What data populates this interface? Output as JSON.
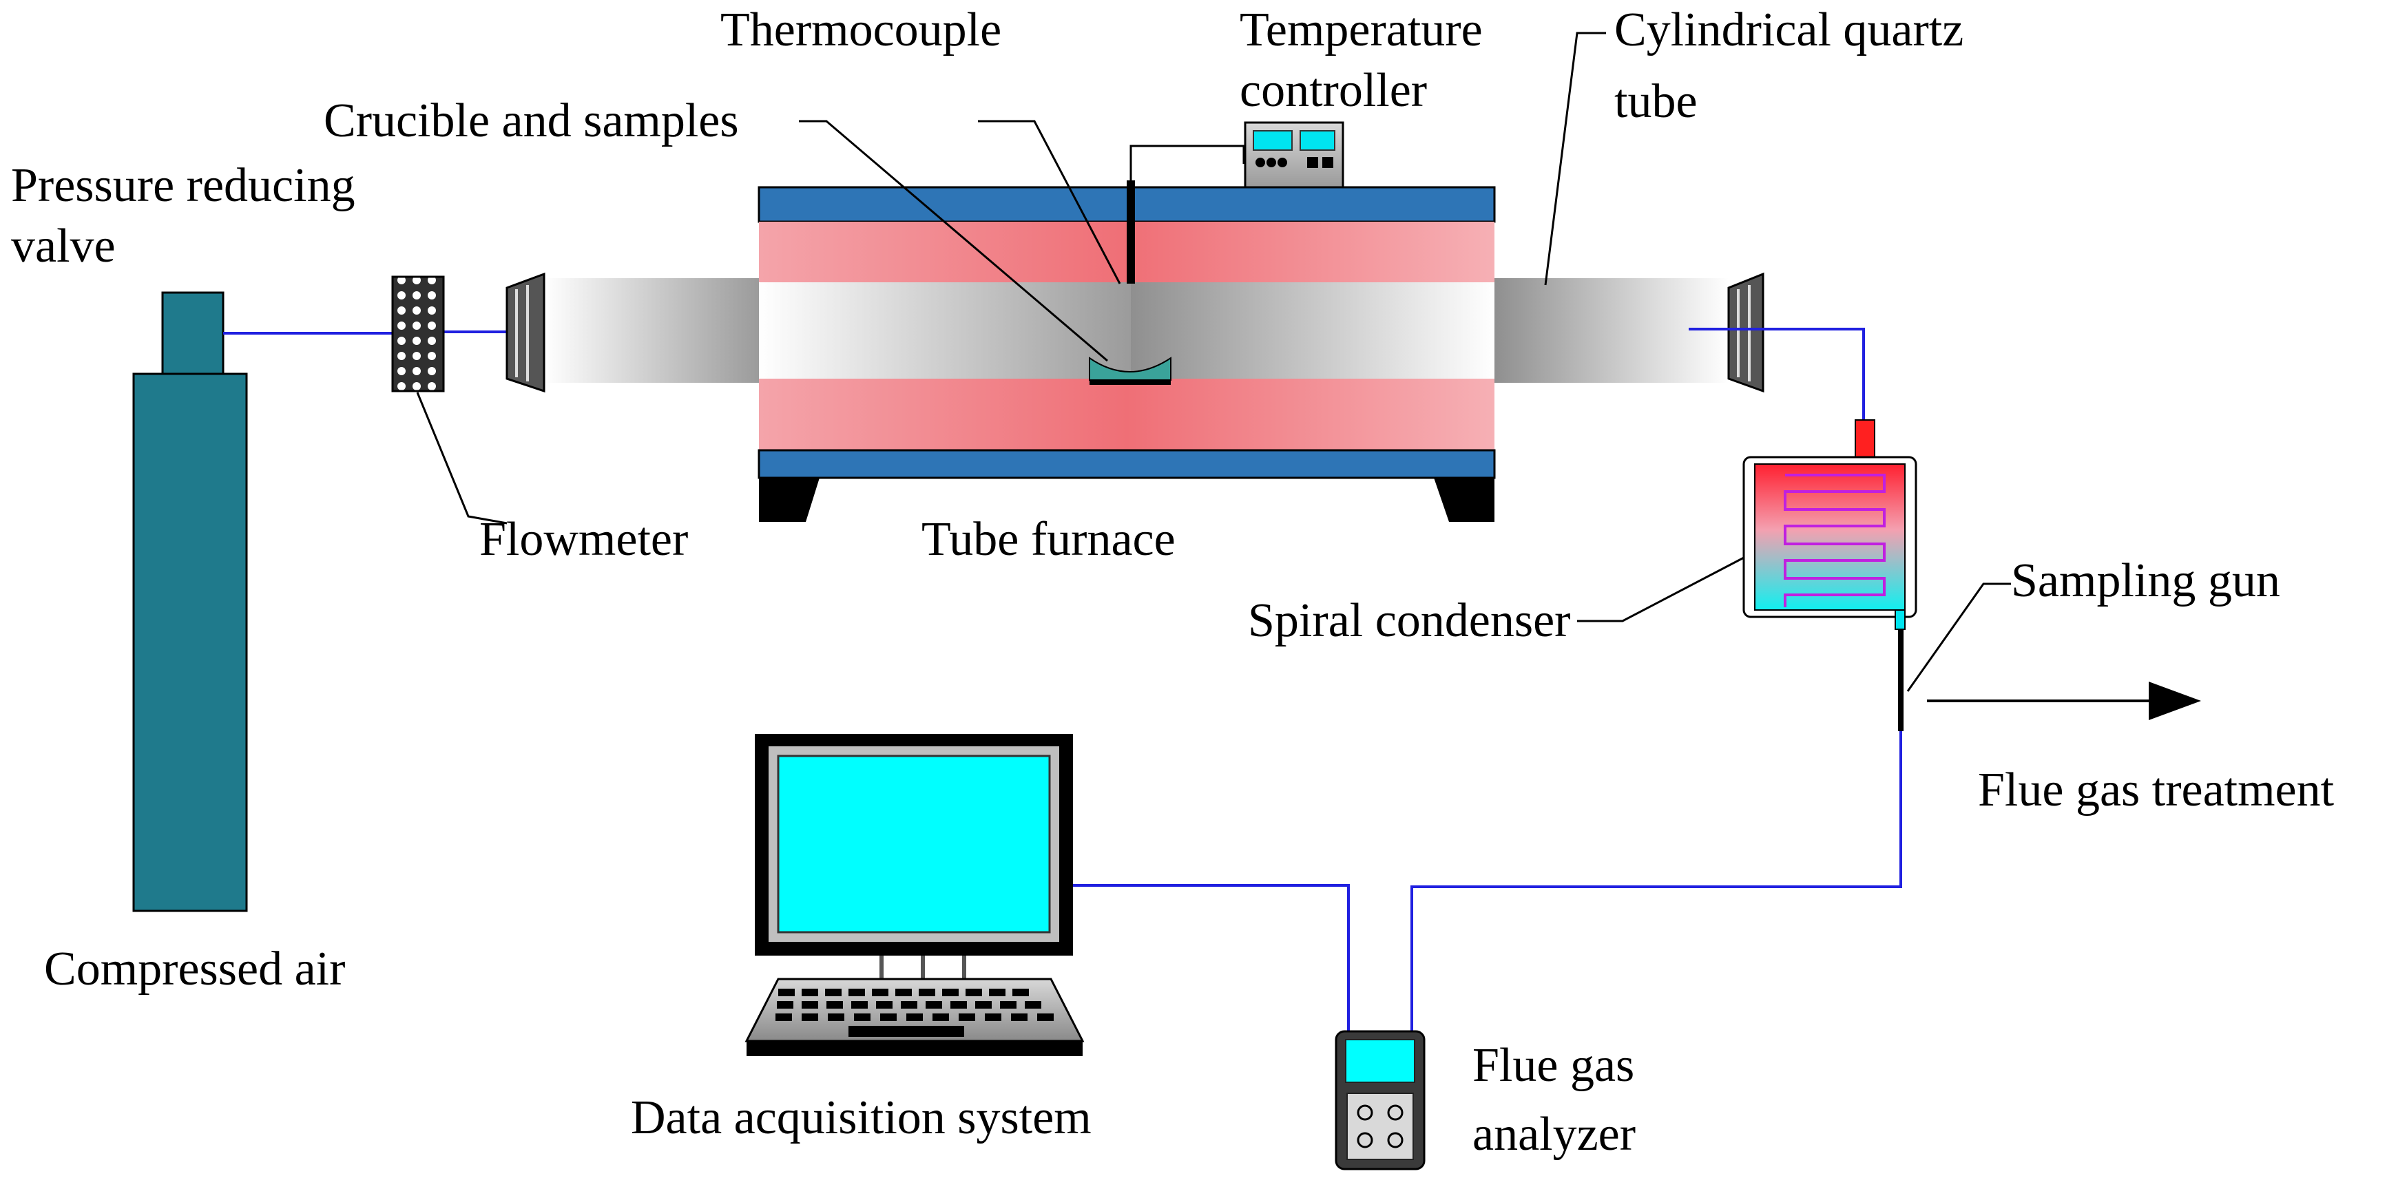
{
  "labels": {
    "pressure_valve_line1": "Pressure reducing",
    "pressure_valve_line2": "valve",
    "compressed_air": "Compressed air",
    "flowmeter": "Flowmeter",
    "crucible": "Crucible and samples",
    "thermocouple": "Thermocouple",
    "temp_controller_line1": "Temperature",
    "temp_controller_line2": "controller",
    "quartz_tube_line1": "Cylindrical quartz",
    "quartz_tube_line2": "tube",
    "tube_furnace": "Tube furnace",
    "spiral_condenser": "Spiral condenser",
    "sampling_gun": "Sampling gun",
    "flue_gas_treatment": "Flue gas treatment",
    "data_acquisition": "Data acquisition  system",
    "analyzer_line1": "Flue gas",
    "analyzer_line2": "analyzer"
  },
  "colors": {
    "cylinder": "#1f7a8c",
    "furnace_blue": "#2e75b6",
    "furnace_red": "#ef7378",
    "screen_cyan": "#00ffff",
    "pipe": "#2020e0"
  }
}
